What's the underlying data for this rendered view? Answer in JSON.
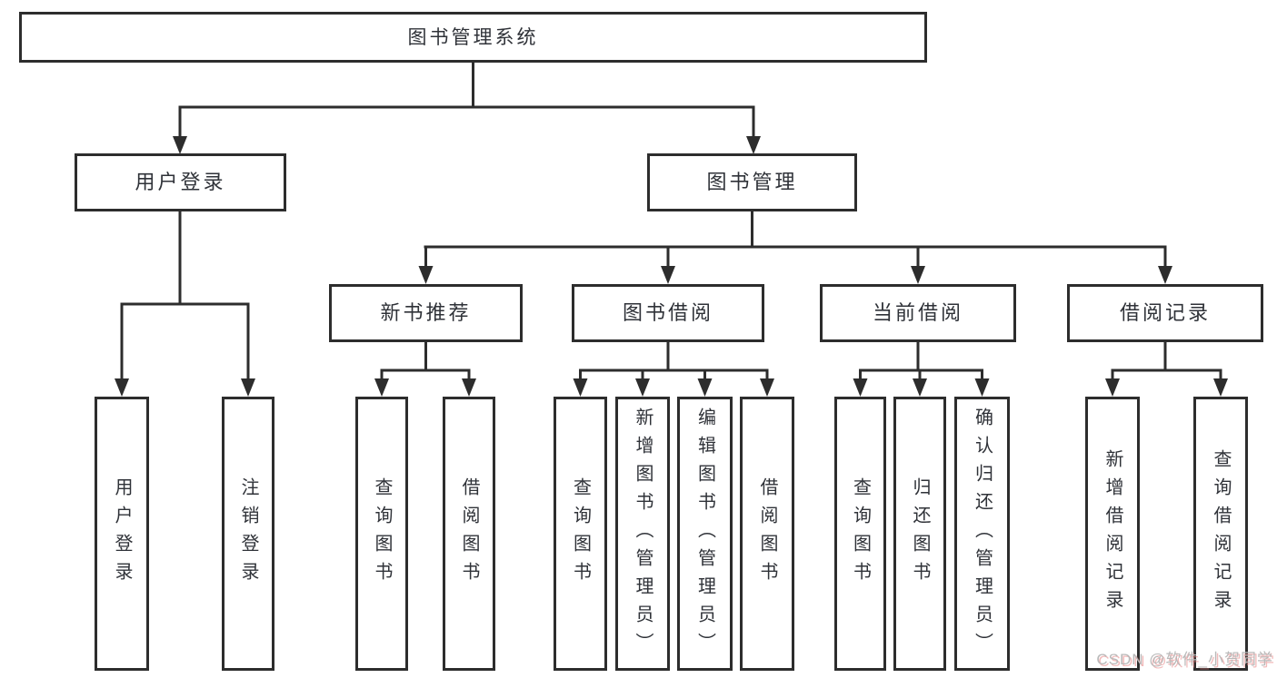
{
  "tree": {
    "root": {
      "label": "图书管理系统"
    },
    "branches": [
      {
        "label": "用户登录",
        "children": [
          {
            "label": "用户登录"
          },
          {
            "label": "注销登录"
          }
        ]
      },
      {
        "label": "图书管理",
        "children": [
          {
            "label": "新书推荐",
            "children": [
              {
                "label": "查询图书"
              },
              {
                "label": "借阅图书"
              }
            ]
          },
          {
            "label": "图书借阅",
            "children": [
              {
                "label": "查询图书"
              },
              {
                "label": "新增图书（管理员）"
              },
              {
                "label": "编辑图书（管理员）"
              },
              {
                "label": "借阅图书"
              }
            ]
          },
          {
            "label": "当前借阅",
            "children": [
              {
                "label": "查询图书"
              },
              {
                "label": "归还图书"
              },
              {
                "label": "确认归还（管理员）"
              }
            ]
          },
          {
            "label": "借阅记录",
            "children": [
              {
                "label": "新增借阅记录"
              },
              {
                "label": "查询借阅记录"
              }
            ]
          }
        ]
      }
    ]
  },
  "watermark": {
    "text": "CSDN @软件_小贺同学"
  },
  "colors": {
    "line": "#2d2d2d",
    "box_border": "#2d2d2d",
    "text": "#2f3238",
    "background": "#ffffff",
    "watermark_gray": "#b9b9b9",
    "watermark_red": "#e88282"
  }
}
